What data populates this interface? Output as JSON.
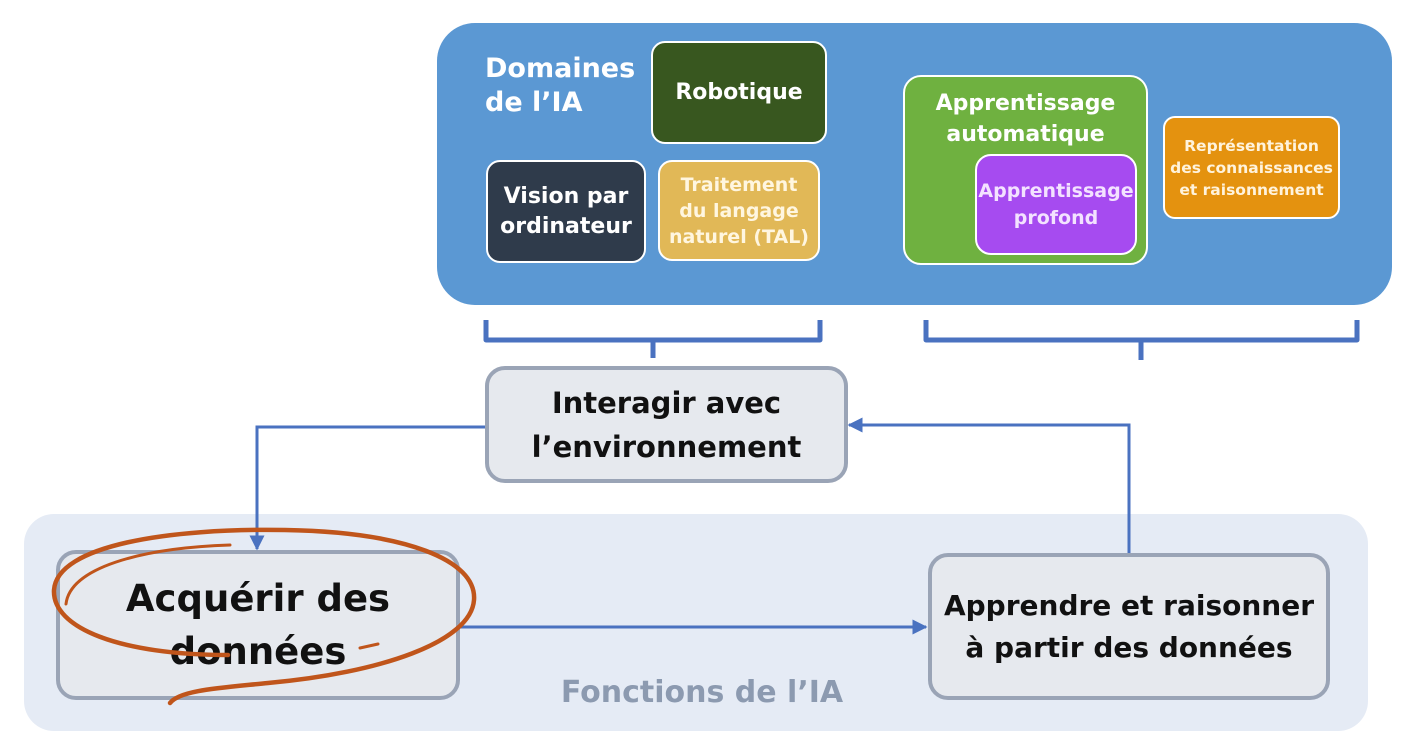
{
  "domains": {
    "title": "Domaines\nde l’IA",
    "robotique": "Robotique",
    "vision": "Vision par\nordinateur",
    "tal": "Traitement\ndu langage\nnaturel (TAL)",
    "apprentissage_automatique": "Apprentissage\nautomatique",
    "apprentissage_profond": "Apprentissage\nprofond",
    "representation": "Représentation\ndes connaissances\net raisonnement"
  },
  "functions": {
    "title": "Fonctions de l’IA",
    "interagir": "Interagir avec\nl’environnement",
    "acquerir": "Acquérir des\ndonnées",
    "apprendre": "Apprendre et raisonner\nà partir des données"
  },
  "colors": {
    "panel_blue": "#5b98d3",
    "robotique": "#38571f",
    "vision": "#2f3b4b",
    "tal": "#e1b857",
    "apprentissage_automatique": "#6fb140",
    "apprentissage_profond": "#a64bf0",
    "representation": "#e4920f",
    "arrow_blue": "#4a72c0",
    "circle_annotation": "#c0551b"
  }
}
